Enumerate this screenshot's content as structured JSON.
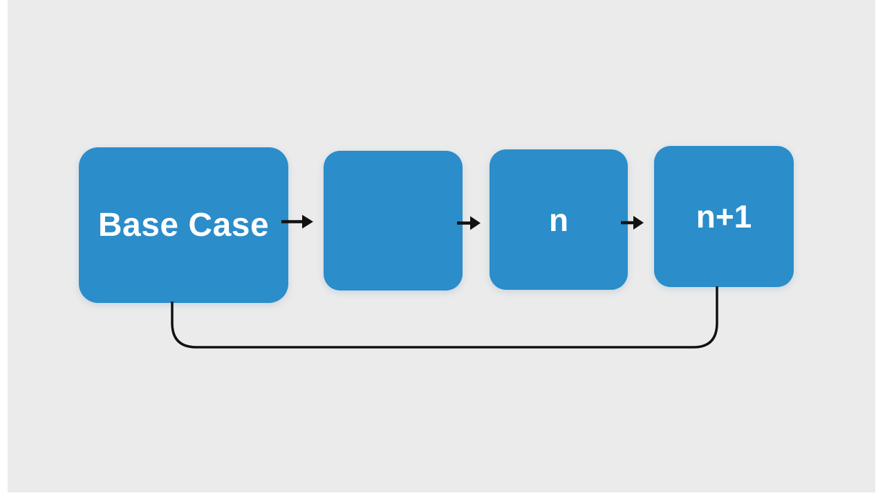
{
  "diagram": {
    "type": "flowchart",
    "background_color": "#ebebeb",
    "frame_color": "#ffffff",
    "node_fill_color": "#2b8dc9",
    "node_text_color": "#fdfeff",
    "connector_color": "#111111",
    "nodes": [
      {
        "id": "base-case",
        "label": "Base Case"
      },
      {
        "id": "empty-step",
        "label": ""
      },
      {
        "id": "n",
        "label": "n"
      },
      {
        "id": "n-plus-1",
        "label": "n+1"
      }
    ],
    "edges": [
      {
        "from": "base-case",
        "to": "empty-step",
        "type": "arrow"
      },
      {
        "from": "empty-step",
        "to": "n",
        "type": "arrow"
      },
      {
        "from": "n",
        "to": "n-plus-1",
        "type": "arrow"
      },
      {
        "from": "n-plus-1",
        "to": "base-case",
        "type": "loop-back-line"
      }
    ]
  }
}
